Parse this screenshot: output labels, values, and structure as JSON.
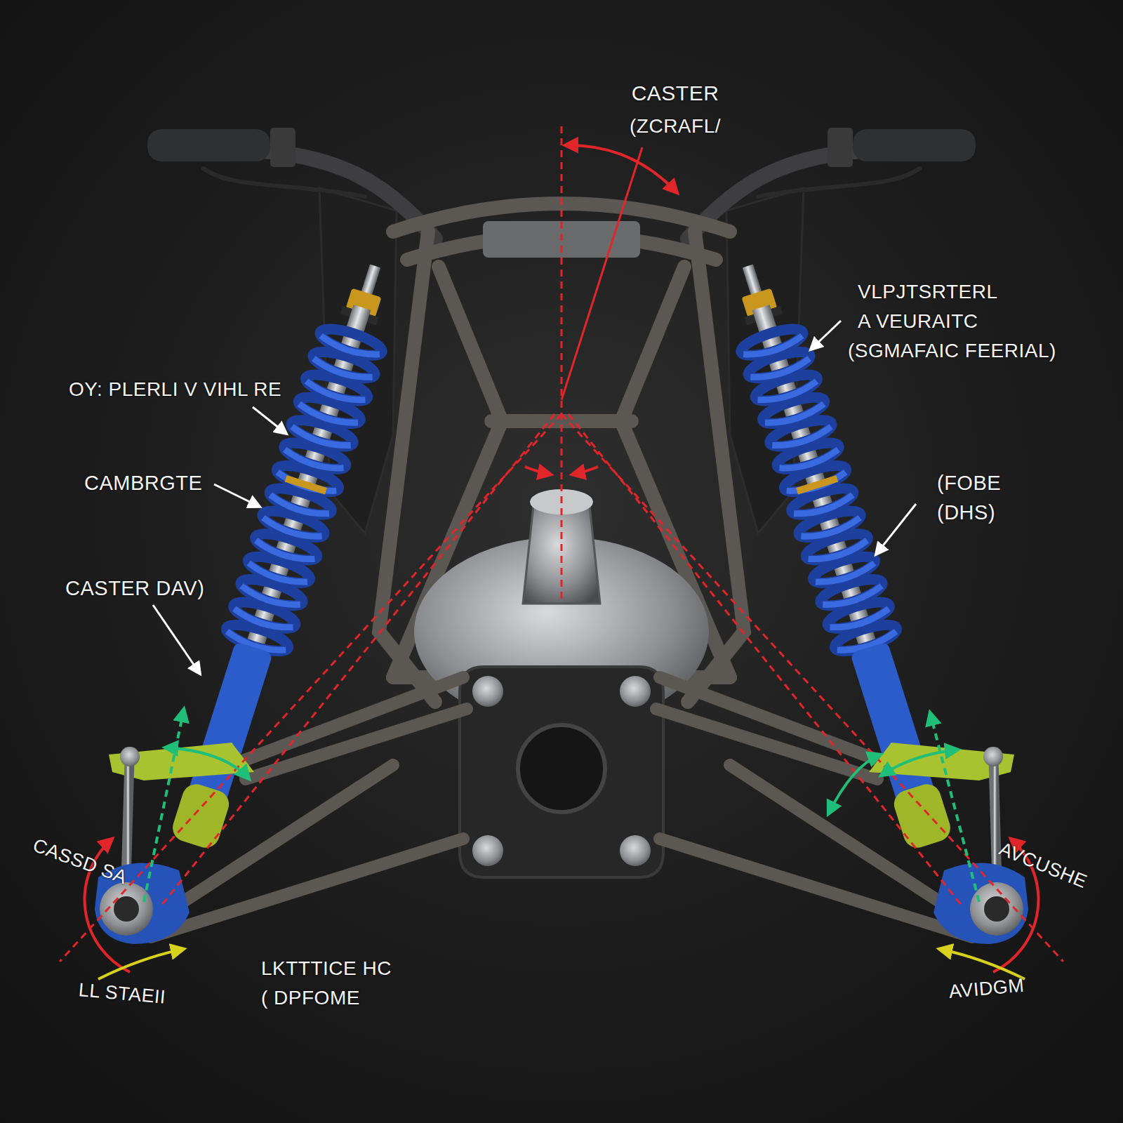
{
  "diagram": {
    "labels": [
      "CASTER",
      "(ZCRAFL/",
      "VLPJTSRTERL",
      "A VEURAITC",
      "(SGMAFAIC FEERIAL)",
      "OY: PLERLI V VIHL RE",
      "CAMBRGTE",
      "CASTER DAV)",
      "(FOBE",
      "(DHS)",
      "CASSD SA",
      "LL STAEII",
      "LKTTTICE HC",
      "( DPFOME",
      "AVCUSHE",
      "AVIDGM"
    ]
  }
}
